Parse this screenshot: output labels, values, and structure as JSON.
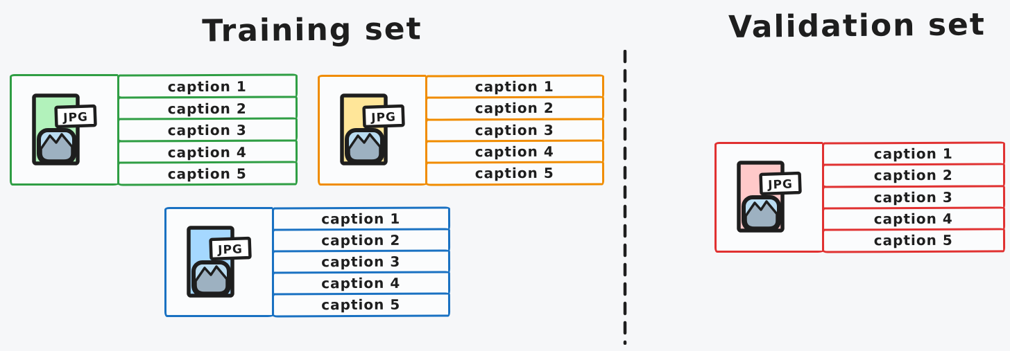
{
  "page": {
    "background": "#f6f7f9",
    "outline_color": "#1e1e1e"
  },
  "sections": {
    "training": {
      "title": "Training set"
    },
    "validation": {
      "title": "Validation set"
    }
  },
  "divider": {
    "style": "dashed-vertical-line",
    "color": "#1e1e1e"
  },
  "icon_colors": {
    "thumbnail_sky": "#b9dcf1",
    "thumbnail_mountain": "#9db1c1",
    "label_background": "#ffffff"
  },
  "cards": [
    {
      "section": "training",
      "color_name": "green",
      "border": "#2f9e44",
      "file_fill": "#b2f2bb",
      "file_type_label": "JPG",
      "captions": [
        "caption 1",
        "caption 2",
        "caption 3",
        "caption 4",
        "caption 5"
      ]
    },
    {
      "section": "training",
      "color_name": "orange",
      "border": "#f08c00",
      "file_fill": "#ffe699",
      "file_type_label": "JPG",
      "captions": [
        "caption 1",
        "caption 2",
        "caption 3",
        "caption 4",
        "caption 5"
      ]
    },
    {
      "section": "training",
      "color_name": "blue",
      "border": "#1971c2",
      "file_fill": "#a5d8ff",
      "file_type_label": "JPG",
      "captions": [
        "caption 1",
        "caption 2",
        "caption 3",
        "caption 4",
        "caption 5"
      ]
    },
    {
      "section": "validation",
      "color_name": "red",
      "border": "#e03131",
      "file_fill": "#ffc9c9",
      "file_type_label": "JPG",
      "captions": [
        "caption 1",
        "caption 2",
        "caption 3",
        "caption 4",
        "caption 5"
      ]
    }
  ]
}
